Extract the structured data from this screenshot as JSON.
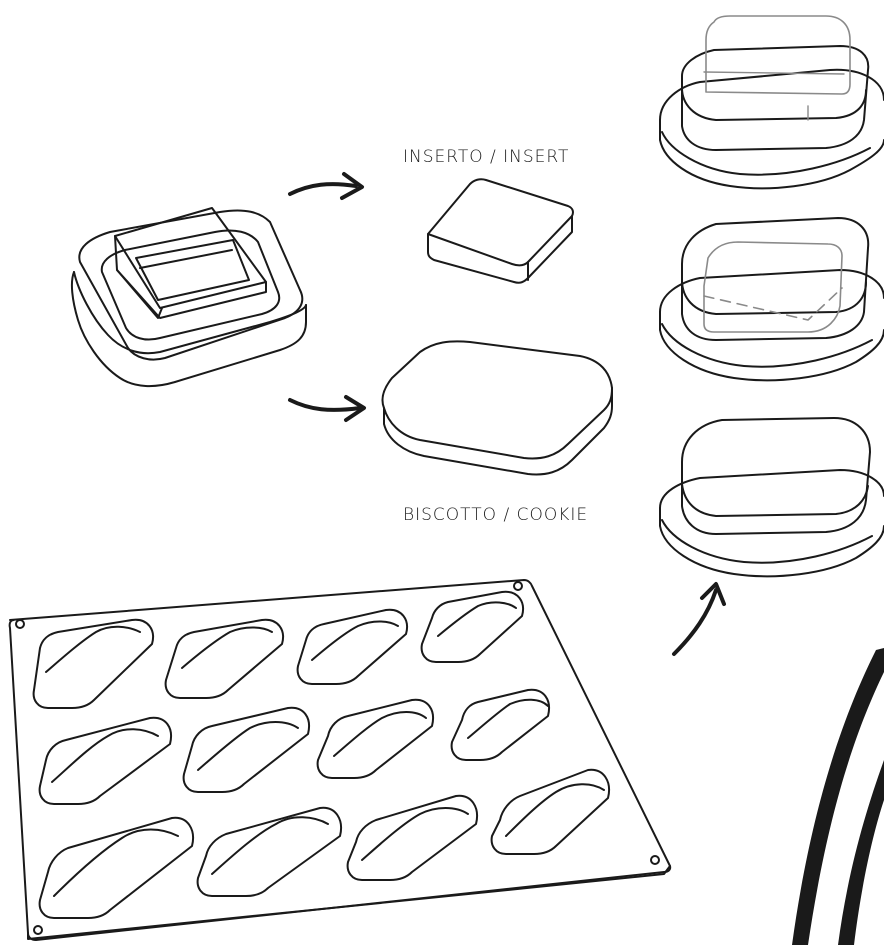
{
  "labels": {
    "insert": "INSERTO / INSERT",
    "cookie": "BISCOTTO / COOKIE"
  },
  "colors": {
    "stroke": "#1a1a1a",
    "background": "#ffffff",
    "ghost": "#8a8a8a"
  },
  "icons": [
    "curved-arrow-icon",
    "mould-tray",
    "finished-cake"
  ]
}
